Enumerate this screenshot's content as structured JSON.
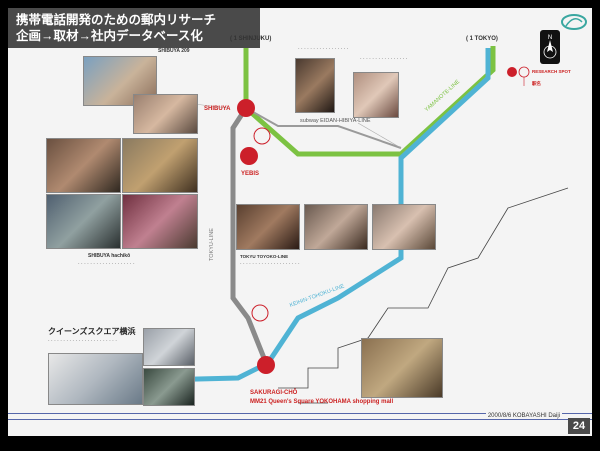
{
  "slide": {
    "title_line1": "携帯電話開発のための郵内リサーチ",
    "title_line2": "企画→取材→社内データベース化",
    "page_number": "24",
    "credit": "2000/8/6 KOBAYASHI Daiji"
  },
  "stations": {
    "shinjuku": "( 1 SHINJUKU)",
    "tokyo": "( 1 TOKYO)",
    "shibuya": "SHIBUYA",
    "yebis": "YEBIS",
    "sakuragicho": "SAKURAGI-CHŌ",
    "mm21": "MM21 Queen's  Square YOKOHAMA shopping mall"
  },
  "lines": {
    "subway": "subway EIDAN-HIBIYA-LINE",
    "yamanote": "YAMANOTE-LINE",
    "tokyu": "TOKYU-LINE",
    "keihin": "KEIHIN-TOHOKU-LINE"
  },
  "captions": {
    "shibuya_top": "SHIBUYA 209",
    "shibuya_hachiko": "SHIBUYA hachikō",
    "queens_title": "クイーンズスクエア横浜",
    "tokyu_caption": "TOKYU TOYOKO-LINE"
  },
  "legend": {
    "research_spot": "RESEARCH SPOT",
    "station": "駅名"
  },
  "colors": {
    "yamanote": "#7cc242",
    "keihin": "#4fb3d4",
    "tokyu": "#8a8a8a",
    "station_red": "#cc1f2a",
    "title_bg": "#4a4a4a"
  }
}
